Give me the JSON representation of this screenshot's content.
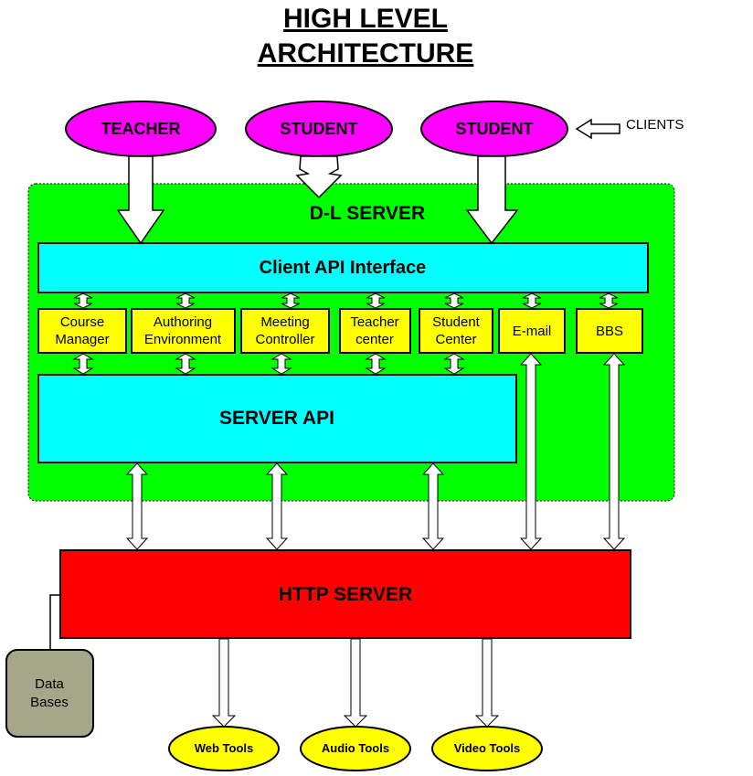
{
  "title": {
    "line1": "HIGH LEVEL",
    "line2": "ARCHITECTURE"
  },
  "clients": {
    "label": "CLIENTS",
    "items": [
      "TEACHER",
      "STUDENT",
      "STUDENT"
    ]
  },
  "dl_server": {
    "label": "D-L SERVER",
    "client_api": "Client API Interface",
    "modules": [
      {
        "line1": "Course",
        "line2": "Manager"
      },
      {
        "line1": "Authoring",
        "line2": "Environment"
      },
      {
        "line1": "Meeting",
        "line2": "Controller"
      },
      {
        "line1": "Teacher",
        "line2": "center"
      },
      {
        "line1": "Student",
        "line2": "Center"
      },
      {
        "line1": "E-mail",
        "line2": ""
      },
      {
        "line1": "BBS",
        "line2": ""
      }
    ],
    "server_api": "SERVER API"
  },
  "http_server": "HTTP SERVER",
  "databases": {
    "line1": "Data",
    "line2": "Bases"
  },
  "tools": [
    "Web Tools",
    "Audio Tools",
    "Video Tools"
  ],
  "colors": {
    "client": "#ff00ff",
    "dl_server_bg": "#00ff00",
    "api": "#00ffff",
    "module": "#ffff00",
    "http": "#ff0000",
    "database": "#a6a68a",
    "tool": "#ffff00"
  }
}
